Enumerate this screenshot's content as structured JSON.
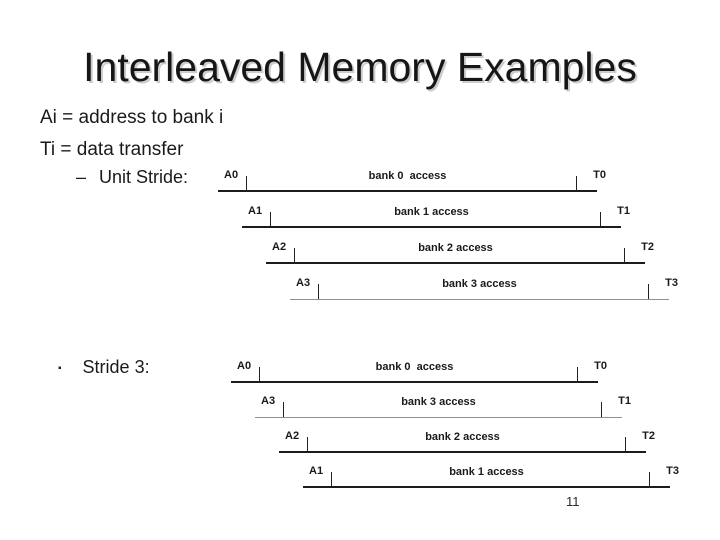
{
  "slide": {
    "title": "Interleaved Memory Examples",
    "definition_line1": "Ai = address to bank i",
    "definition_line2": "Ti = data transfer",
    "page_number": "11",
    "colors": {
      "background": "#ffffff",
      "text": "#1a1a1a",
      "title_shadow": "#cccccc",
      "timeline": "#1c1c1c",
      "timeline_light": "#909090"
    }
  },
  "sections": [
    {
      "marker": "–",
      "label": "Unit Stride:"
    },
    {
      "marker": "▪",
      "label": "Stride 3:"
    }
  ],
  "diagrams": [
    {
      "name": "unit-stride",
      "rows": [
        {
          "start_label": "A0",
          "bar_label": "bank 0  access",
          "end_label": "T0"
        },
        {
          "start_label": "A1",
          "bar_label": "bank 1 access",
          "end_label": "T1"
        },
        {
          "start_label": "A2",
          "bar_label": "bank 2 access",
          "end_label": "T2"
        },
        {
          "start_label": "A3",
          "bar_label": "bank 3 access",
          "end_label": "T3"
        }
      ]
    },
    {
      "name": "stride-3",
      "rows": [
        {
          "start_label": "A0",
          "bar_label": "bank 0  access",
          "end_label": "T0"
        },
        {
          "start_label": "A3",
          "bar_label": "bank 3 access",
          "end_label": "T1"
        },
        {
          "start_label": "A2",
          "bar_label": "bank 2 access",
          "end_label": "T2"
        },
        {
          "start_label": "A1",
          "bar_label": "bank 1 access",
          "end_label": "T3"
        }
      ]
    }
  ]
}
